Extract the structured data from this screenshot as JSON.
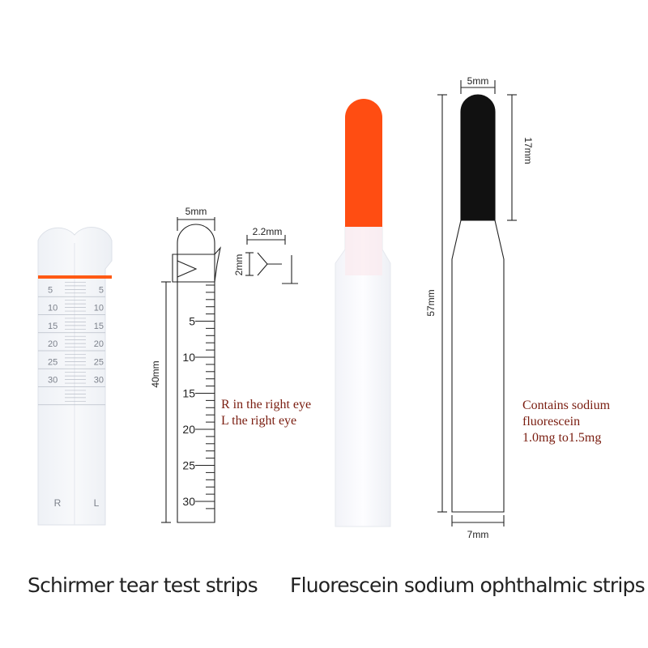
{
  "schirmer_photo": {
    "tick_labels": [
      "5",
      "10",
      "15",
      "20",
      "25",
      "30"
    ],
    "side_labels": [
      "R",
      "L"
    ],
    "marker_color": "#ff5a14"
  },
  "schirmer_drawing": {
    "width_label": "5mm",
    "notch_width_label": "2.2mm",
    "notch_height_label": "2mm",
    "length_label": "40mm",
    "tick_labels": [
      "5",
      "10",
      "15",
      "20",
      "25",
      "30"
    ],
    "note_lines": [
      "R in the right eye",
      "L the right eye"
    ]
  },
  "fluorescein_photo": {
    "tip_color": "#ff4d12"
  },
  "fluorescein_drawing": {
    "width_top_label": "5mm",
    "tip_length_label": "17mm",
    "length_label": "57mm",
    "width_bottom_label": "7mm",
    "note_lines": [
      "Contains sodium",
      "fluorescein",
      "1.0mg to1.5mg"
    ],
    "tip_color": "#111111"
  },
  "captions": {
    "left": "Schirmer tear test strips",
    "right": "Fluorescein sodium ophthalmic strips"
  },
  "colors": {
    "note_text": "#7a1d10",
    "line": "#222222"
  }
}
